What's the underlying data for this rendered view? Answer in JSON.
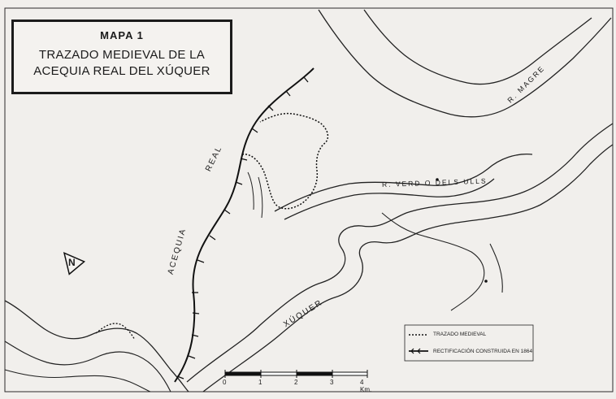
{
  "title": {
    "line1": "MAPA 1",
    "line2": "TRAZADO MEDIEVAL DE LA",
    "line3": "ACEQUIA REAL DEL XÚQUER"
  },
  "labels": {
    "magre": "R. MAGRE",
    "verd": "R. VERD O DELS ULLS",
    "xuquer": "XÚQUER",
    "acequia": "ACEQUIA",
    "real": "REAL",
    "north": "N"
  },
  "legend": {
    "medieval": "TRAZADO MEDIEVAL",
    "rectificacion": "RECTIFICACIÓN CONSTRUIDA EN 1864"
  },
  "scale": {
    "ticks": [
      "0",
      "1",
      "2",
      "3",
      "4 Km."
    ]
  },
  "colors": {
    "ink": "#1b1b1b",
    "paper": "#f1efec"
  }
}
